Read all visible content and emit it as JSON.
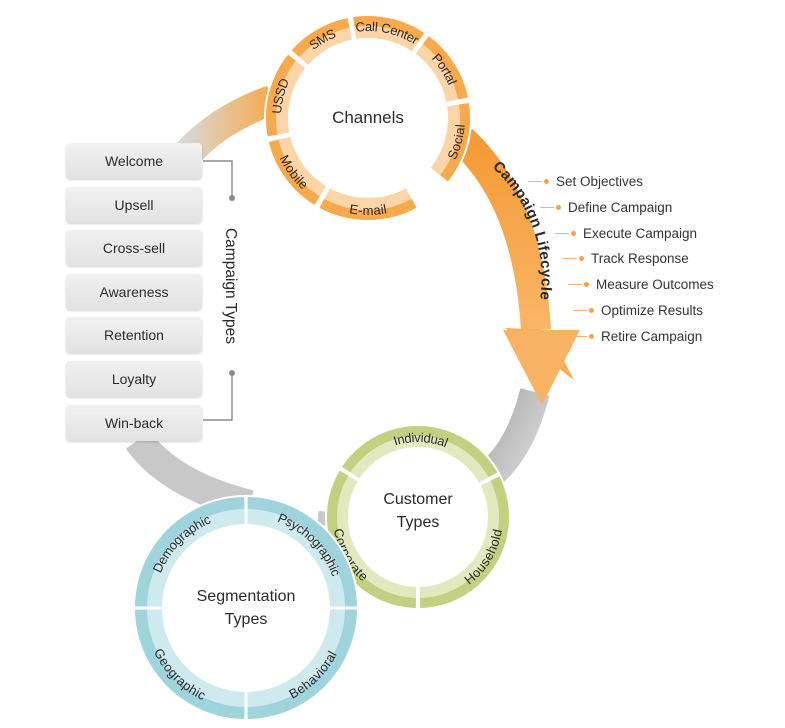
{
  "channels": {
    "title": "Channels",
    "segments": [
      "SMS",
      "Call Center",
      "Portal",
      "Social",
      "E-mail",
      "Mobile",
      "USSD"
    ]
  },
  "campaign_types": {
    "title": "Campaign Types",
    "items": [
      "Welcome",
      "Upsell",
      "Cross-sell",
      "Awareness",
      "Retention",
      "Loyalty",
      "Win-back"
    ]
  },
  "campaign_lifecycle": {
    "title": "Campaign Lifecycle",
    "steps": [
      "Set Objectives",
      "Define Campaign",
      "Execute Campaign",
      "Track Response",
      "Measure Outcomes",
      "Optimize Results",
      "Retire Campaign"
    ]
  },
  "customer_types": {
    "title_line1": "Customer",
    "title_line2": "Types",
    "segments": [
      "Individual",
      "Household",
      "Corporate"
    ]
  },
  "segmentation_types": {
    "title_line1": "Segmentation",
    "title_line2": "Types",
    "segments": [
      "Demographic",
      "Psychographic",
      "Behavioral",
      "Geographic"
    ]
  },
  "colors": {
    "orange": "#f7a94d",
    "orange_light": "#fbd5a8",
    "green": "#c3d082",
    "green_light": "#e3e9bf",
    "teal": "#9fd4dd",
    "teal_light": "#cfeaef",
    "gray": "#c6c6c6"
  }
}
